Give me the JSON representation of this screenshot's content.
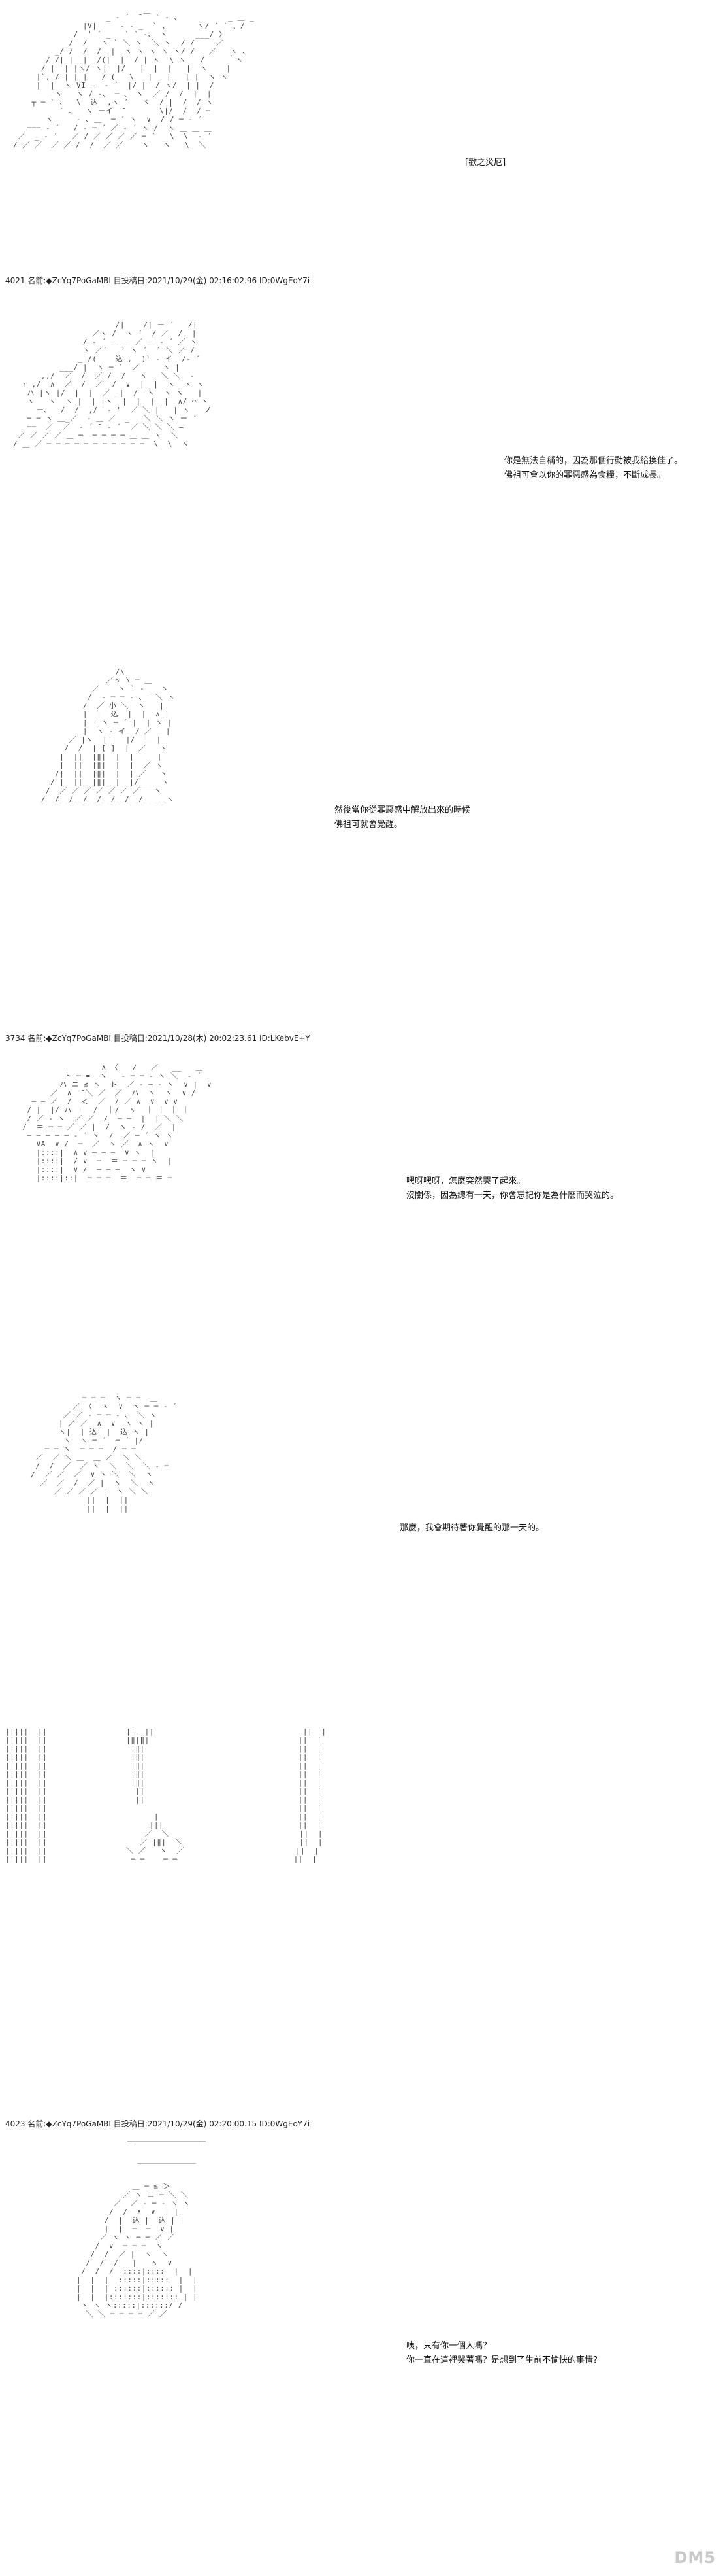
{
  "panels": [
    {
      "art": [
        "                    _ ‐ ´  ̄ ￣ ` ‐ 、          _ ＿ _",
        "               |V|     ‐ ‐ _  ` 、      ヽ/ ´ ` 、/",
        "             /  ' ´ _   ` ` ‐、 ヽ      ___/ 〉   ",
        "            /  /   ヽ ` ＼ ヽ  ＼ ヽ  / /  ￣ ／",
        "         _/ /  /  /  |  ヽ ヽ ヽ ヽ ヽ/ /   ／   ヽ 、",
        "       / /| |  |  /(|  |  / | ヽ  \\ ヽ   /     ｀ヽ",
        "      / |  | |ヽ/ ヽ|  |/   |  |  |   |  ヽ    |",
        "     |`, / | | |   / (   \\   |   |   | |  ヽ ヽ",
        "     |  |  ヽ VI ―  ‐ ´  |/ |  / ヽ/  | |  /",
        "         ヽ   ヽ / ‐、 ─ 、 ヽ  ／ /  /  |  |",
        "    ┬ ─ ` 、  \\  込  ,ヽ ′   ヾ  / |  /  / ヽ",
        "          ` 、  ヽ ーイ  ̄        \\|/  /  / ─",
        "       ヽ     ‐ ､ ＿  ─ ´ ヽ  ∨  / / ─ ‐ ´",
        "   ─── ‐ ´   / ‐ ─ ´ ／ ‐ ´ ヽ /  ヽ ＿ ＿ ＿",
        " ／  _ ‐ ´   ／ / ／ ／ ／ ／ ─ ´   \\  \\  ‐ ´",
        "/ ／ ／  ／ ／ /  /  ／ ／    ヽ   ヽ   \\  ＼ "
      ],
      "lines": [
        "[歡之災厄]"
      ],
      "header": "4021 名前:◆ZcYq7PoGaMBI 目投稿日:2021/10/29(金) 02:16:02.96 ID:0WgEoY7i"
    },
    {
      "art": [
        "                      /|    /| ー ´   /|",
        "                 ／ヽ /  ヽ ´  / ／  /  |",
        "               / ‐ ´ ＿ ＿ ／ ＿ ‐ ´ ／ ヽ",
        "               ヽ ／´   ` ヽ ´  ` ＼ ／ /",
        "              _ /(    込 ,  )` ‐ イ  /‐ ´",
        "          ___/ |  ヽ ─ ´  ／     ヽ |",
        "      ,,/  ／  /  ／ /  /   ヽ   ＼ ＼  ‐",
        "  r ,/  ∧  ／  /  ／  /  ∨  |  |  ヽ  ヽ ヽ",
        "   ハ |ヽ |/  |  |  ／ _|  /  ヽ  ヽ ヽ   |",
        "   ヽ   ヽ  ヽ |  | |ヽ  |  |  |  |  ∧/ ⌒ ヽ",
        "     ー、  /  /  ,/  ‐ '  ／ ＼ |   | ヽ   ノ",
        "   ─ ─ ヽ ＿_／  ‐ ＿ ／  _   ＼ ＼ ヽ ー ´",
        "   ──  ／  ／  ‐ ´ ̄  ‐ ´  ／ ＼ ＼ ＼ ―",
        " ／ ／ ／ ／ ＿ ─  ─ ─ ─ ─ ＿ ＿ ヽ  ＼",
        "/ ＿ ／ ─ ─ ─ ─ ─ ─ ─ ─ ─ ─ ─  \\  \\  ヽ"
      ],
      "lines": [
        "你是無法自稱的，因為那個行動被我給換佳了。",
        "佛祖可會以你的罪惡感為食糧，不斷成長。"
      ]
    },
    {
      "art": [
        "                      /\\",
        "                    ／ヽ \\ ─ ＿",
        "                 ／    ヽ ` ‐ ＿ ヽ",
        "                /  ‐ ─ ─ ‐ 、  ＼ ヽ",
        "               /  ／ 小 ＼  ヽ   |",
        "               |  |  込  |  |  ∧ |",
        "               |  |ヽ ─ ´ |  | ヽ |",
        "               |  ヽ ‐ イ  / ／   |",
        "            ／ |ヽ  | |  |/  ＿ |",
        "           /  /  | [ ]  |  ／   ヽ",
        "          |  ||  |‖|  |  |     |",
        "          |  ||  |‖|  |  |  ／ ヽ",
        "         /|  ||  |‖|  |  | ／   ヽ",
        "        / |__||__|‖|__|  |/_____ヽ",
        "       /  ／ ／ ／ ／ ／ ／ ／   ヽ",
        "      /__/__/__/__/__/__/__/_____ヽ"
      ],
      "lines": [
        "然後當你從罪惡感中解放出來的時候",
        "佛祖可就會覺醒。"
      ],
      "header": "3734 名前:◆ZcYq7PoGaMBI 目投稿日:2021/10/28(木) 20:02:23.61 ID:LKebvE+Y"
    },
    {
      "art": [
        "                   ∧ 〈   /   ／   __   ＿",
        "           ト ─ =  ヽ _ ‐ ─ ─ ‐ ヽ ＼  ‐ ´",
        "          ハ ニ ≦ ヽ  ト  ／ ‐ ─ ‐ ヽ  ∨ |  ∨",
        "        ／  ∧  ̄ ＼ ／  ／  ハ  ヽ  ヽ  ∨ /",
        "    ─ ─ ／  /  ＜  ／  / ／ ∧  ∨  ∨ ∨",
        "   / |  |/ ハ ｜  /  ｜/  ヽ  ｜ ｜ ｜ ｜",
        "   / ／ ‐ ヽ  ／ ／  /  ─ ─  |  | ＼ ＼",
        "  /  ＝ ─ ─ ／ ／ |  /  ヽ ‐ /  ／  |",
        "   ─ ─ ─ ─ ─ ‐ ´ ヽ  /  ／ ─ ´ ヽ ヽ",
        "     VA  ∨ /  ─  ／  ヽ ／  ∧ ヽ  ∨",
        "     |::::|  ∧ ∨ ─ ─ ─  ∨ ヽ  |",
        "     |::::|  / ∨  ─  ＝ ─ ─ ─ ヽ  |",
        "     |::::|  ∨ /  ─ ─ ─  ヽ ∨",
        "     |::::|::|  ─ ─ ─  ＝  ─ ─ ＝ ─"
      ],
      "lines": [
        "嘿呀嘿呀，怎麼突然哭了起來。",
        "沒關係，因為總有一天，你會忘記你是為什麼而哭泣的。"
      ]
    },
    {
      "art": [
        "            ─ ─ ─  ヽ ─ ─  ＿",
        "          ／ 〈  ヽ  ∨  ヽ ─ ─ ‐ ´",
        "        ／ ／ ‐ ─ ─ ‐ 、 ＼ ヽ",
        "       | ／ ／  ∧  ∨  ヽ ヽ |",
        "       ヽ|  | 込  |  込 ヽ |",
        "        ヽ  ヽ ─ ´  ─ ´ |/",
        "    ─ ─ ヽ  ─ ─ ─  / ─ ─",
        "  ／  ／ ＼ ＿  ＿ ／  ＼ ＼",
        "  /  /  ／  ／ ヽ  ＼  ＼  ＼ ‐ ─",
        " /  ／ ／  ／  ∨ ヽ ＼  ＼  ヽ",
        "   ／  ／  /  ／ |  ヽ  ＼  ヽ",
        "      ／ ／ ／ ／ |  ヽ ＼ ＼",
        "             ||  |  ||",
        "             ||  |  ||"
      ],
      "lines": [
        "那麼，我會期待著你覺醒的那一天的。"
      ]
    },
    {
      "art": [
        "|||||  ||                 ||  ||                                ||  |",
        "|||||  ||                 |‖|‖|                                ||  |",
        "|||||  ||                  |‖|                                 ||  |",
        "|||||  ||                  |‖|                                 ||  |",
        "|||||  ||                  |‖|                                 ||  |",
        "|||||  ||                  |‖|                                 ||  |",
        "|||||  ||                  |‖|                                 ||  |",
        "|||||  ||                   ||                                 ||  |",
        "|||||  ||                   ||                                 ||  |",
        "|||||  ||                                                      ||  |",
        "|||||  ||                       |                              ||  |",
        "|||||  ||                      |||                             ||  |",
        "|||||  ||                     ／  ＼                            ||  |",
        "|||||  ||                    ／ |‖|  ＼                         ||  |",
        "|||||  ||                 ＼ ／   ヽ  ／                        ||  |",
        "|||||  ||                  ─ ─    ─ ─                         ||  |"
      ],
      "lines": [],
      "header": "4023 名前:◆ZcYq7PoGaMBI 目投稿日:2021/10/29(金) 02:20:00.15 ID:0WgEoY7i"
    },
    {
      "art": [
        "                    ＿ ─ ≦ ＞",
        "                  ／ ヽ ニ ─ ＼ ＼",
        "                ／  ／ ‐ ─ ‐ ヽ ヽ",
        "               /  /  ∧  ∨  | |",
        "              /  |  込 |  込 | |",
        "              |  |  ─  ─  ∨ |",
        "             ／ ヽ ヽ ─ ─ ／ ／",
        "            /  ∨  ─ ─ ─  ヽ",
        "           /  /  ／ |  ヽ  ヽ",
        "          /  /  /   |   ヽ  ∨",
        "         /  /  /  ::::|::::  |  |",
        "        |  |  |  :::::|:::::  |  |",
        "        |  |  | ::::::|:::::: |  |",
        "        |  |  |:::::::|::::::: | |",
        "         ヽ ヽ ヽ:::::|::::::/ /",
        "          ＼ ＼ ─ ─ ─ ─ ／ ／"
      ],
      "lines": [
        "咦，只有你一個人嗎？",
        "你一直在這裡哭著嗎？是想到了生前不愉快的事情？"
      ]
    }
  ],
  "watermark": "DM5"
}
